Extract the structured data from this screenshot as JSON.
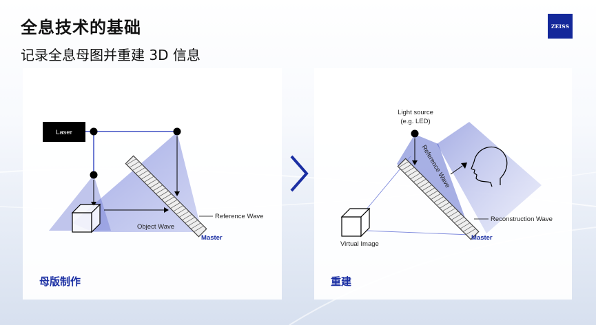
{
  "header": {
    "title": "全息技术的基础",
    "subtitle": "记录全息母图并重建 3D 信息",
    "logo_text": "ZEISS"
  },
  "colors": {
    "brand": "#14289a",
    "caption": "#1b2fa3",
    "beam": "#3d4fc4"
  },
  "left_panel": {
    "caption": "母版制作",
    "laser_label": "Laser",
    "object_wave_label": "Object Wave",
    "reference_wave_label": "Reference Wave",
    "master_label": "Master"
  },
  "right_panel": {
    "caption": "重建",
    "light_source_label_line1": "Light source",
    "light_source_label_line2": "(e.g. LED)",
    "reference_wave_label": "Reference Wave",
    "reconstruction_wave_label": "Reconstruction Wave",
    "virtual_image_label": "Virtual Image",
    "master_label": "Master"
  },
  "icons": {
    "next": "chevron-right-icon",
    "viewer": "head-profile-icon",
    "object": "cube-icon"
  }
}
